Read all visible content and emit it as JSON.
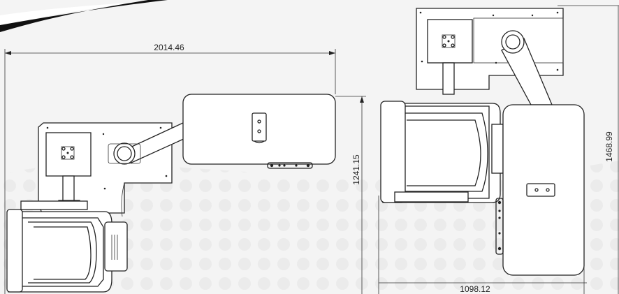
{
  "dimensions": {
    "left_width": "2014.46",
    "left_height": "1241.15",
    "right_height": "1468.99",
    "right_width": "1098.12"
  },
  "colors": {
    "background": "#f4f4f4",
    "line": "#222222",
    "dot_pattern": "#e6e6e6",
    "swoosh": "#111111"
  }
}
